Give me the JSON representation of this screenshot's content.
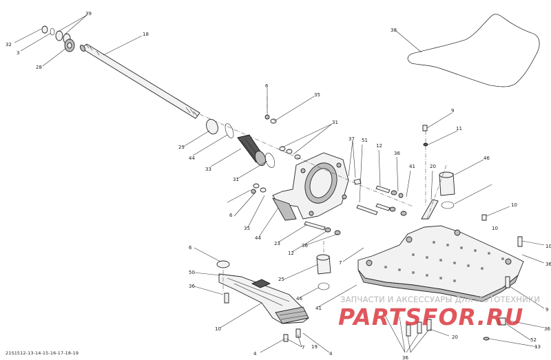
{
  "figure": {
    "reference_code": "21S1512-13-14-15-16-17-18-19",
    "callouts": [
      "32",
      "3",
      "39",
      "28",
      "18",
      "38",
      "6",
      "35",
      "31",
      "29",
      "44",
      "33",
      "37",
      "51",
      "12",
      "36",
      "9",
      "11",
      "20",
      "46",
      "41",
      "6",
      "35",
      "31",
      "44",
      "23",
      "12",
      "36",
      "6",
      "50",
      "36",
      "10",
      "25",
      "46",
      "41",
      "19",
      "4",
      "7",
      "4",
      "7",
      "20",
      "36",
      "10",
      "36",
      "10",
      "9",
      "52",
      "36",
      "13",
      "10"
    ]
  },
  "watermark": {
    "caption": "ЗАПЧАСТИ И АКСЕССУАРЫ ДЛЯ МОТОТЕХНИКИ",
    "logo": "PARTSFOR.RU",
    "logo_color": "#d62830"
  },
  "icons": {
    "shaft": "drive-shaft-icon",
    "housing": "pump-housing-icon",
    "plate": "ride-plate-icon",
    "grate": "intake-grate-icon",
    "seal": "seal-ring-icon"
  }
}
